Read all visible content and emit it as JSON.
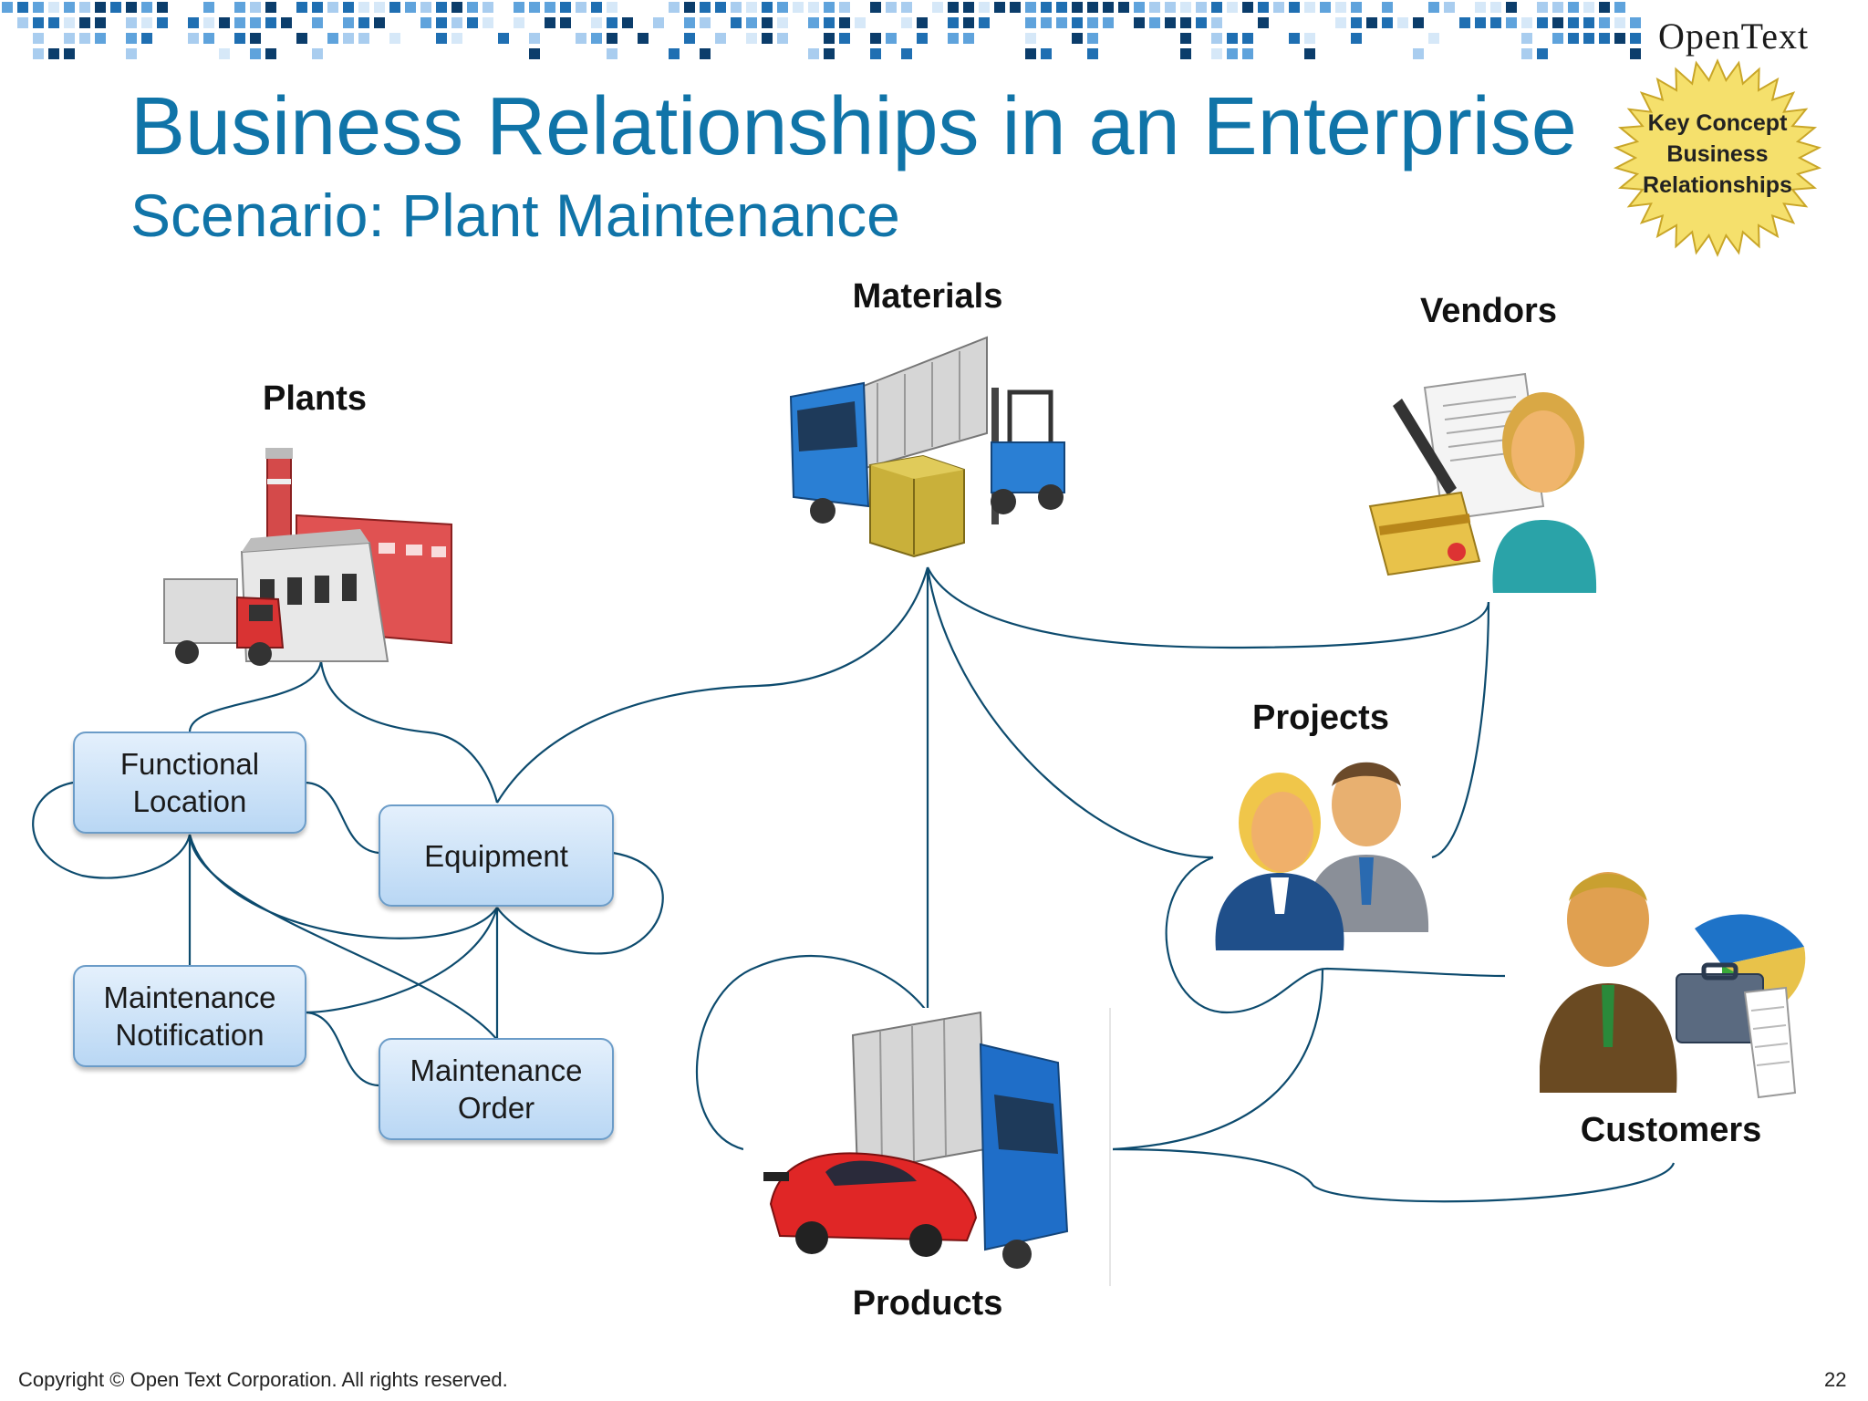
{
  "brand": "OpenText",
  "title": "Business Relationships in an Enterprise",
  "subtitle": "Scenario: Plant Maintenance",
  "badge": {
    "lines": [
      "Key Concept",
      "Business",
      "Relationships"
    ],
    "color": "#f5e06c"
  },
  "entities": {
    "materials": "Materials",
    "vendors": "Vendors",
    "plants": "Plants",
    "projects": "Projects",
    "customers": "Customers",
    "products": "Products"
  },
  "boxes": {
    "functional_location": "Functional\nLocation",
    "equipment": "Equipment",
    "maintenance_notification": "Maintenance\nNotification",
    "maintenance_order": "Maintenance\nOrder"
  },
  "icons": [
    "plant-factory-icon",
    "materials-truck-forklift-icon",
    "vendor-contract-icon",
    "projects-people-icon",
    "customers-businessman-icon",
    "products-car-truck-icon"
  ],
  "colors": {
    "title": "#1074a8",
    "connector": "#0d4b6e",
    "box_border": "#6b9cc8"
  },
  "footer": {
    "copyright": "Copyright © Open Text Corporation. All rights reserved.",
    "page_number": "22"
  }
}
